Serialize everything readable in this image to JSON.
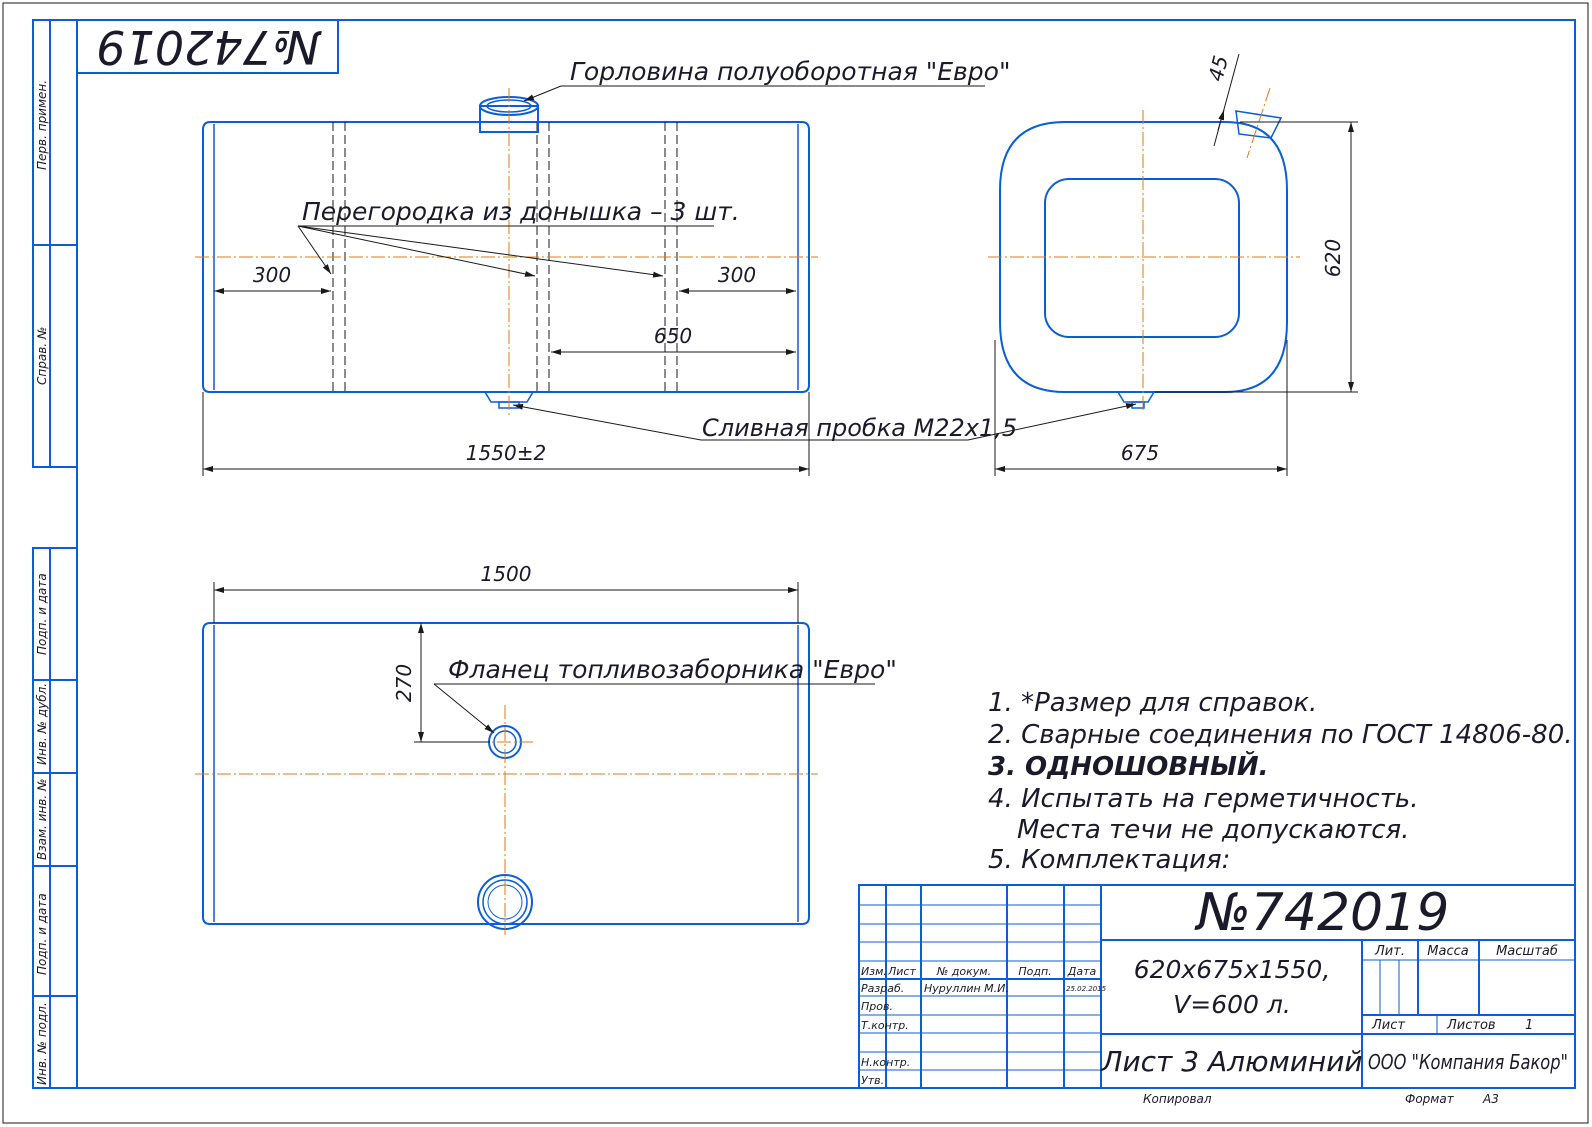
{
  "drawing_number": "№742019",
  "drawing_number_mirrored": "№742019",
  "callouts": {
    "filler_neck": "Горловина полуоборотная \"Евро\"",
    "baffle": "Перегородка из донышка – 3 шт.",
    "drain_plug": "Сливная пробка М22х1,5",
    "fuel_flange": "Фланец топливозаборника \"Евро\""
  },
  "dimensions": {
    "d300_left": "300",
    "d300_right": "300",
    "d650": "650",
    "d1550": "1550±2",
    "d675": "675",
    "d620": "620",
    "d45": "45",
    "d1500": "1500",
    "d270": "270"
  },
  "notes": [
    "1. *Размер для справок.",
    "2. Сварные соединения по ГОСТ 14806-80.",
    "3. ОДНОШОВНЫЙ.",
    "4. Испытать на герметичность.",
    "Места течи не допускаются.",
    "5. Комплектация:"
  ],
  "side_strip": {
    "perv_primen": "Перв. примен.",
    "sprav_no": "Справ. №",
    "podp_data_1": "Подп. и дата",
    "inv_dubl": "Инв. № дубл.",
    "vzam_inv": "Взам. инв. №",
    "podp_data_2": "Подп. и дата",
    "inv_podl": "Инв. № подл."
  },
  "title_block": {
    "number": "№742019",
    "designation_line1": "620х675х1550,",
    "designation_line2": "V=600 л.",
    "material": "Лист 3 Алюминий",
    "company": "ООО \"Компания Бакор\"",
    "col_izm": "Изм.",
    "col_list": "Лист",
    "col_ndokum": "№ докум.",
    "col_podp": "Подп.",
    "col_data": "Дата",
    "row_razrab": "Разраб.",
    "razrab_name": "Нуруллин М.И.",
    "razrab_date": "25.02.2015",
    "row_prov": "Пров.",
    "row_tkontr": "Т.контр.",
    "row_nkontr": "Н.контр.",
    "row_utv": "Утв.",
    "lit": "Лит.",
    "massa": "Масса",
    "masshtab": "Масштаб",
    "list_label": "Лист",
    "listov_label": "Листов",
    "listov_value": "1",
    "kopiroval": "Копировал",
    "format_label": "Формат",
    "format_value": "А3"
  },
  "colors": {
    "outline": "#0a5fd6",
    "centerline": "#e07a10",
    "text": "#1a1a2a"
  }
}
